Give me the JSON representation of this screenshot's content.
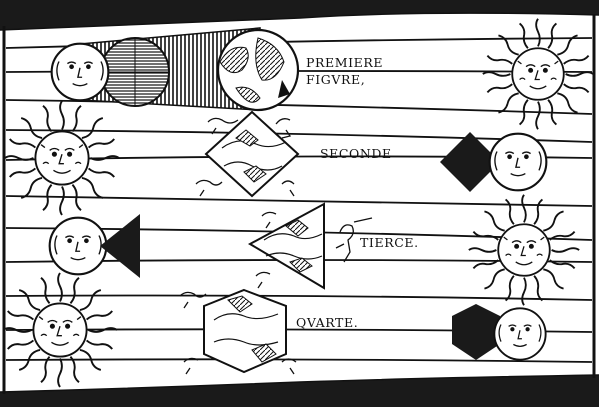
{
  "figures": [
    {
      "id": "premiere",
      "label_lines": [
        "PREMIERE",
        "FIGVRE,"
      ]
    },
    {
      "id": "seconde",
      "label_lines": [
        "SECONDE"
      ]
    },
    {
      "id": "tierce",
      "label_lines": [
        "TIERCE."
      ]
    },
    {
      "id": "quarte",
      "label_lines": [
        "QVARTE."
      ]
    }
  ],
  "colors": {
    "ink": "#111111",
    "paper": "#ffffff",
    "shade": "#1a1a1a"
  },
  "icons": [
    "sun-face-icon",
    "moon-face-icon",
    "earth-globe-icon",
    "shadow-cone-icon"
  ]
}
